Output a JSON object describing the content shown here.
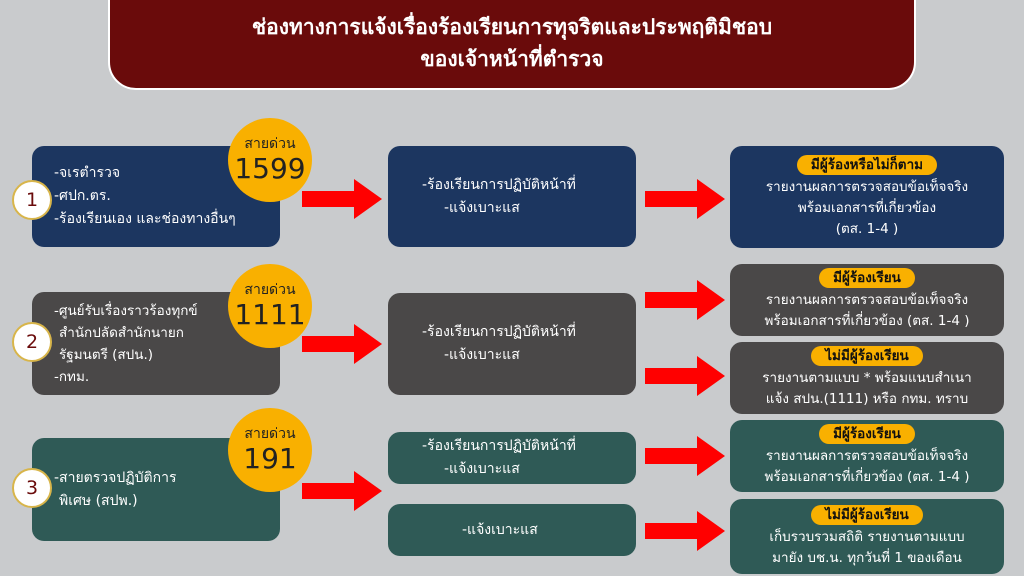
{
  "title": {
    "line1": "ช่องทางการแจ้งเรื่องร้องเรียนการทุจริตและประพฤติมิชอบ",
    "line2": "ของเจ้าหน้าที่ตำรวจ"
  },
  "hotline_label": "สายด่วน",
  "rows": [
    {
      "number": "1",
      "hotline": "1599",
      "sources": [
        "-จเรตำรวจ",
        "-ศปก.ตร.",
        "-ร้องเรียนเอง และช่องทางอื่นๆ"
      ],
      "middle": [
        {
          "lines": [
            "-ร้องเรียนการปฏิบัติหน้าที่",
            "-แจ้งเบาะแส"
          ]
        }
      ],
      "outcomes": [
        {
          "tag": "มีผู้ร้องหรือไม่ก็ตาม",
          "lines": [
            "รายงานผลการตรวจสอบข้อเท็จจริง",
            "พร้อมเอกสารที่เกี่ยวข้อง",
            "(ตส. 1-4 )"
          ]
        }
      ]
    },
    {
      "number": "2",
      "hotline": "1111",
      "sources": [
        "-ศูนย์รับเรื่องราวร้องทุกข์",
        "สำนักปลัดสำนักนายก",
        "รัฐมนตรี (สปน.)",
        "-กทม."
      ],
      "middle": [
        {
          "lines": [
            "-ร้องเรียนการปฏิบัติหน้าที่",
            "-แจ้งเบาะแส"
          ]
        }
      ],
      "outcomes": [
        {
          "tag": "มีผู้ร้องเรียน",
          "lines": [
            "รายงานผลการตรวจสอบข้อเท็จจริง",
            "พร้อมเอกสารที่เกี่ยวข้อง (ตส. 1-4 )"
          ]
        },
        {
          "tag": "ไม่มีผู้ร้องเรียน",
          "lines": [
            "รายงานตามแบบ * พร้อมแนบสำเนา",
            "แจ้ง สปน.(1111) หรือ กทม. ทราบ"
          ]
        }
      ]
    },
    {
      "number": "3",
      "hotline": "191",
      "sources": [
        "-สายตรวจปฏิบัติการ",
        "พิเศษ (สปพ.)"
      ],
      "middle": [
        {
          "lines": [
            "-ร้องเรียนการปฏิบัติหน้าที่",
            "-แจ้งเบาะแส"
          ]
        },
        {
          "lines": [
            "-แจ้งเบาะแส"
          ]
        }
      ],
      "outcomes": [
        {
          "tag": "มีผู้ร้องเรียน",
          "lines": [
            "รายงานผลการตรวจสอบข้อเท็จจริง",
            "พร้อมเอกสารที่เกี่ยวข้อง (ตส. 1-4 )"
          ]
        },
        {
          "tag": "ไม่มีผู้ร้องเรียน",
          "lines": [
            "เก็บรวบรวมสถิติ รายงานตามแบบ",
            "มายัง บช.น. ทุกวันที่ 1 ของเดือน"
          ]
        }
      ]
    }
  ],
  "colors": {
    "title_bg": "#6a0b0b",
    "row1": "#1c3660",
    "row2": "#4a4848",
    "row3": "#2f5a56",
    "accent": "#f9b000",
    "arrow": "#ff0000"
  }
}
